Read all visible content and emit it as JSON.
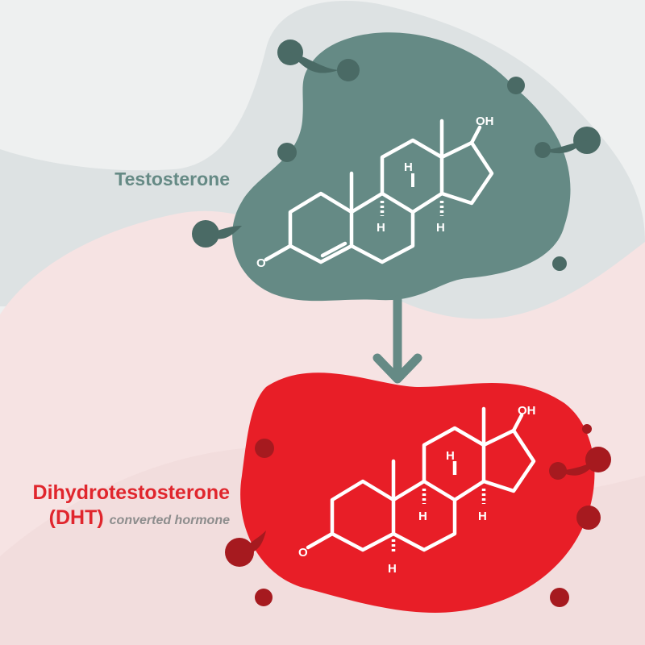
{
  "colors": {
    "background": "#eef0f0",
    "grey_blob": "#dde2e3",
    "pink_blob": "#f6e3e3",
    "testosterone_blob": "#658a85",
    "testosterone_dark": "#4a6a65",
    "dht_blob": "#e81e27",
    "dht_dark": "#a61a1f",
    "arrow": "#658a85",
    "molecule_lines": "#ffffff",
    "testosterone_label": "#658a85",
    "dht_label": "#e0262d",
    "sub_label": "#8d8d8d"
  },
  "testosterone": {
    "label": "Testosterone",
    "atoms": {
      "oh": "OH",
      "o": "O",
      "h1": "H",
      "h2": "H",
      "h3": "H"
    }
  },
  "dht": {
    "label_line1": "Dihydrotestosterone",
    "label_line2_main": "(DHT)",
    "label_line2_sub": "converted hormone",
    "atoms": {
      "oh": "OH",
      "o": "O",
      "h1": "H",
      "h2": "H",
      "h3": "H",
      "h4": "H"
    }
  },
  "icons": {
    "arrow": "arrow-down-icon",
    "molecule": "steroid-structure-icon",
    "droplet": "droplet-icon"
  }
}
